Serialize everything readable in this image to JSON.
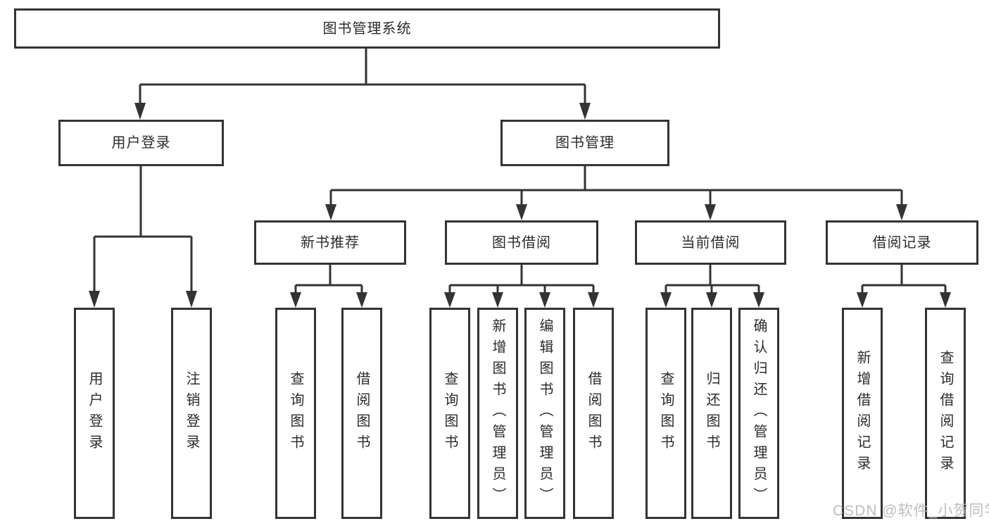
{
  "tree": {
    "label": "图书管理系统",
    "children": [
      {
        "label": "用户登录",
        "children": [
          {
            "label": "用户登录"
          },
          {
            "label": "注销登录"
          }
        ]
      },
      {
        "label": "图书管理",
        "children": [
          {
            "label": "新书推荐",
            "children": [
              {
                "label": "查询图书"
              },
              {
                "label": "借阅图书"
              }
            ]
          },
          {
            "label": "图书借阅",
            "children": [
              {
                "label": "查询图书"
              },
              {
                "label": "新增图书（管理员）"
              },
              {
                "label": "编辑图书（管理员）"
              },
              {
                "label": "借阅图书"
              }
            ]
          },
          {
            "label": "当前借阅",
            "children": [
              {
                "label": "查询图书"
              },
              {
                "label": "归还图书"
              },
              {
                "label": "确认归还（管理员）"
              }
            ]
          },
          {
            "label": "借阅记录",
            "children": [
              {
                "label": "新增借阅记录"
              },
              {
                "label": "查询借阅记录"
              }
            ]
          }
        ]
      }
    ]
  },
  "watermark": {
    "text": "CSDN @软件_小贺同学"
  },
  "colors": {
    "line": "#333333",
    "text": "#2b2b2b",
    "background": "#ffffff",
    "watermark": "#b7bbc0"
  }
}
